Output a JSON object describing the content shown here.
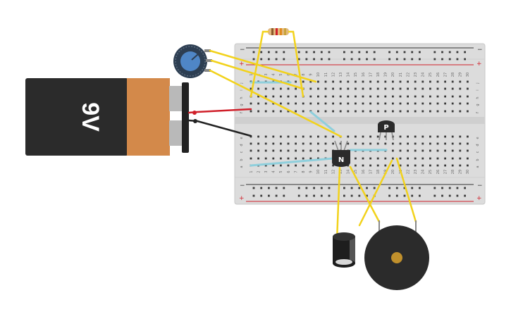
{
  "battery": {
    "label": "9V",
    "body_color": "#2b2b2b",
    "band_color": "#d3894a"
  },
  "breadboard": {
    "column_numbers": [
      "1",
      "2",
      "3",
      "4",
      "5",
      "6",
      "7",
      "8",
      "9",
      "10",
      "11",
      "12",
      "13",
      "14",
      "15",
      "16",
      "17",
      "18",
      "19",
      "20",
      "21",
      "22",
      "23",
      "24",
      "25",
      "26",
      "27",
      "28",
      "29",
      "30"
    ],
    "row_letters_top": [
      "j",
      "i",
      "h",
      "g",
      "f"
    ],
    "row_letters_bottom": [
      "e",
      "d",
      "c",
      "b",
      "a"
    ],
    "rail_minus": "−",
    "rail_plus": "+",
    "rail_minus_color": "#333333",
    "rail_plus_color": "#d0202a"
  },
  "transistor_npn": {
    "label": "N"
  },
  "transistor_pnp": {
    "label": "P"
  },
  "colors": {
    "wire_yellow": "#f2d21b",
    "wire_red": "#d0202a",
    "wire_black": "#222222",
    "jumper_blue": "#8ecfdc",
    "buzzer_center": "#c0902c",
    "potentiometer_knob": "#4f86c6"
  },
  "icons": {
    "battery": "battery-icon",
    "potentiometer": "potentiometer-icon",
    "resistor": "resistor-icon",
    "capacitor": "capacitor-icon",
    "buzzer": "buzzer-icon"
  }
}
